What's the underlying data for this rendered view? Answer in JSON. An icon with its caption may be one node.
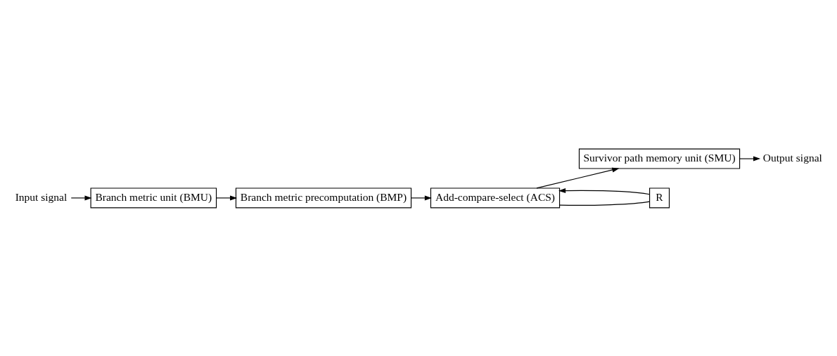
{
  "diagram": {
    "nodes": [
      {
        "text": [
          "Input signal"
        ]
      },
      {
        "text": [
          "Branch metric unit (BMU)"
        ]
      },
      {
        "text": [
          "Branch metric precomputation (BMP)"
        ]
      },
      {
        "text": [
          "Add-compare-select (ACS)"
        ]
      },
      {
        "text": [
          "Survivor path memory unit (SMU)"
        ]
      },
      {
        "text": [
          "R"
        ]
      },
      {
        "text": [
          "Output signal"
        ]
      }
    ],
    "edges": [
      {
        "from": 0,
        "to": 1,
        "arrow": "to"
      },
      {
        "from": 1,
        "to": 2,
        "arrow": "to"
      },
      {
        "from": 2,
        "to": 3,
        "arrow": "to"
      },
      {
        "from": 3,
        "to": 4,
        "arrow": "to"
      },
      {
        "from": 4,
        "to": 6,
        "arrow": "to"
      },
      {
        "from": 3,
        "to": 5,
        "arrow": "none"
      },
      {
        "from": 5,
        "to": 3,
        "arrow": "to"
      }
    ]
  }
}
